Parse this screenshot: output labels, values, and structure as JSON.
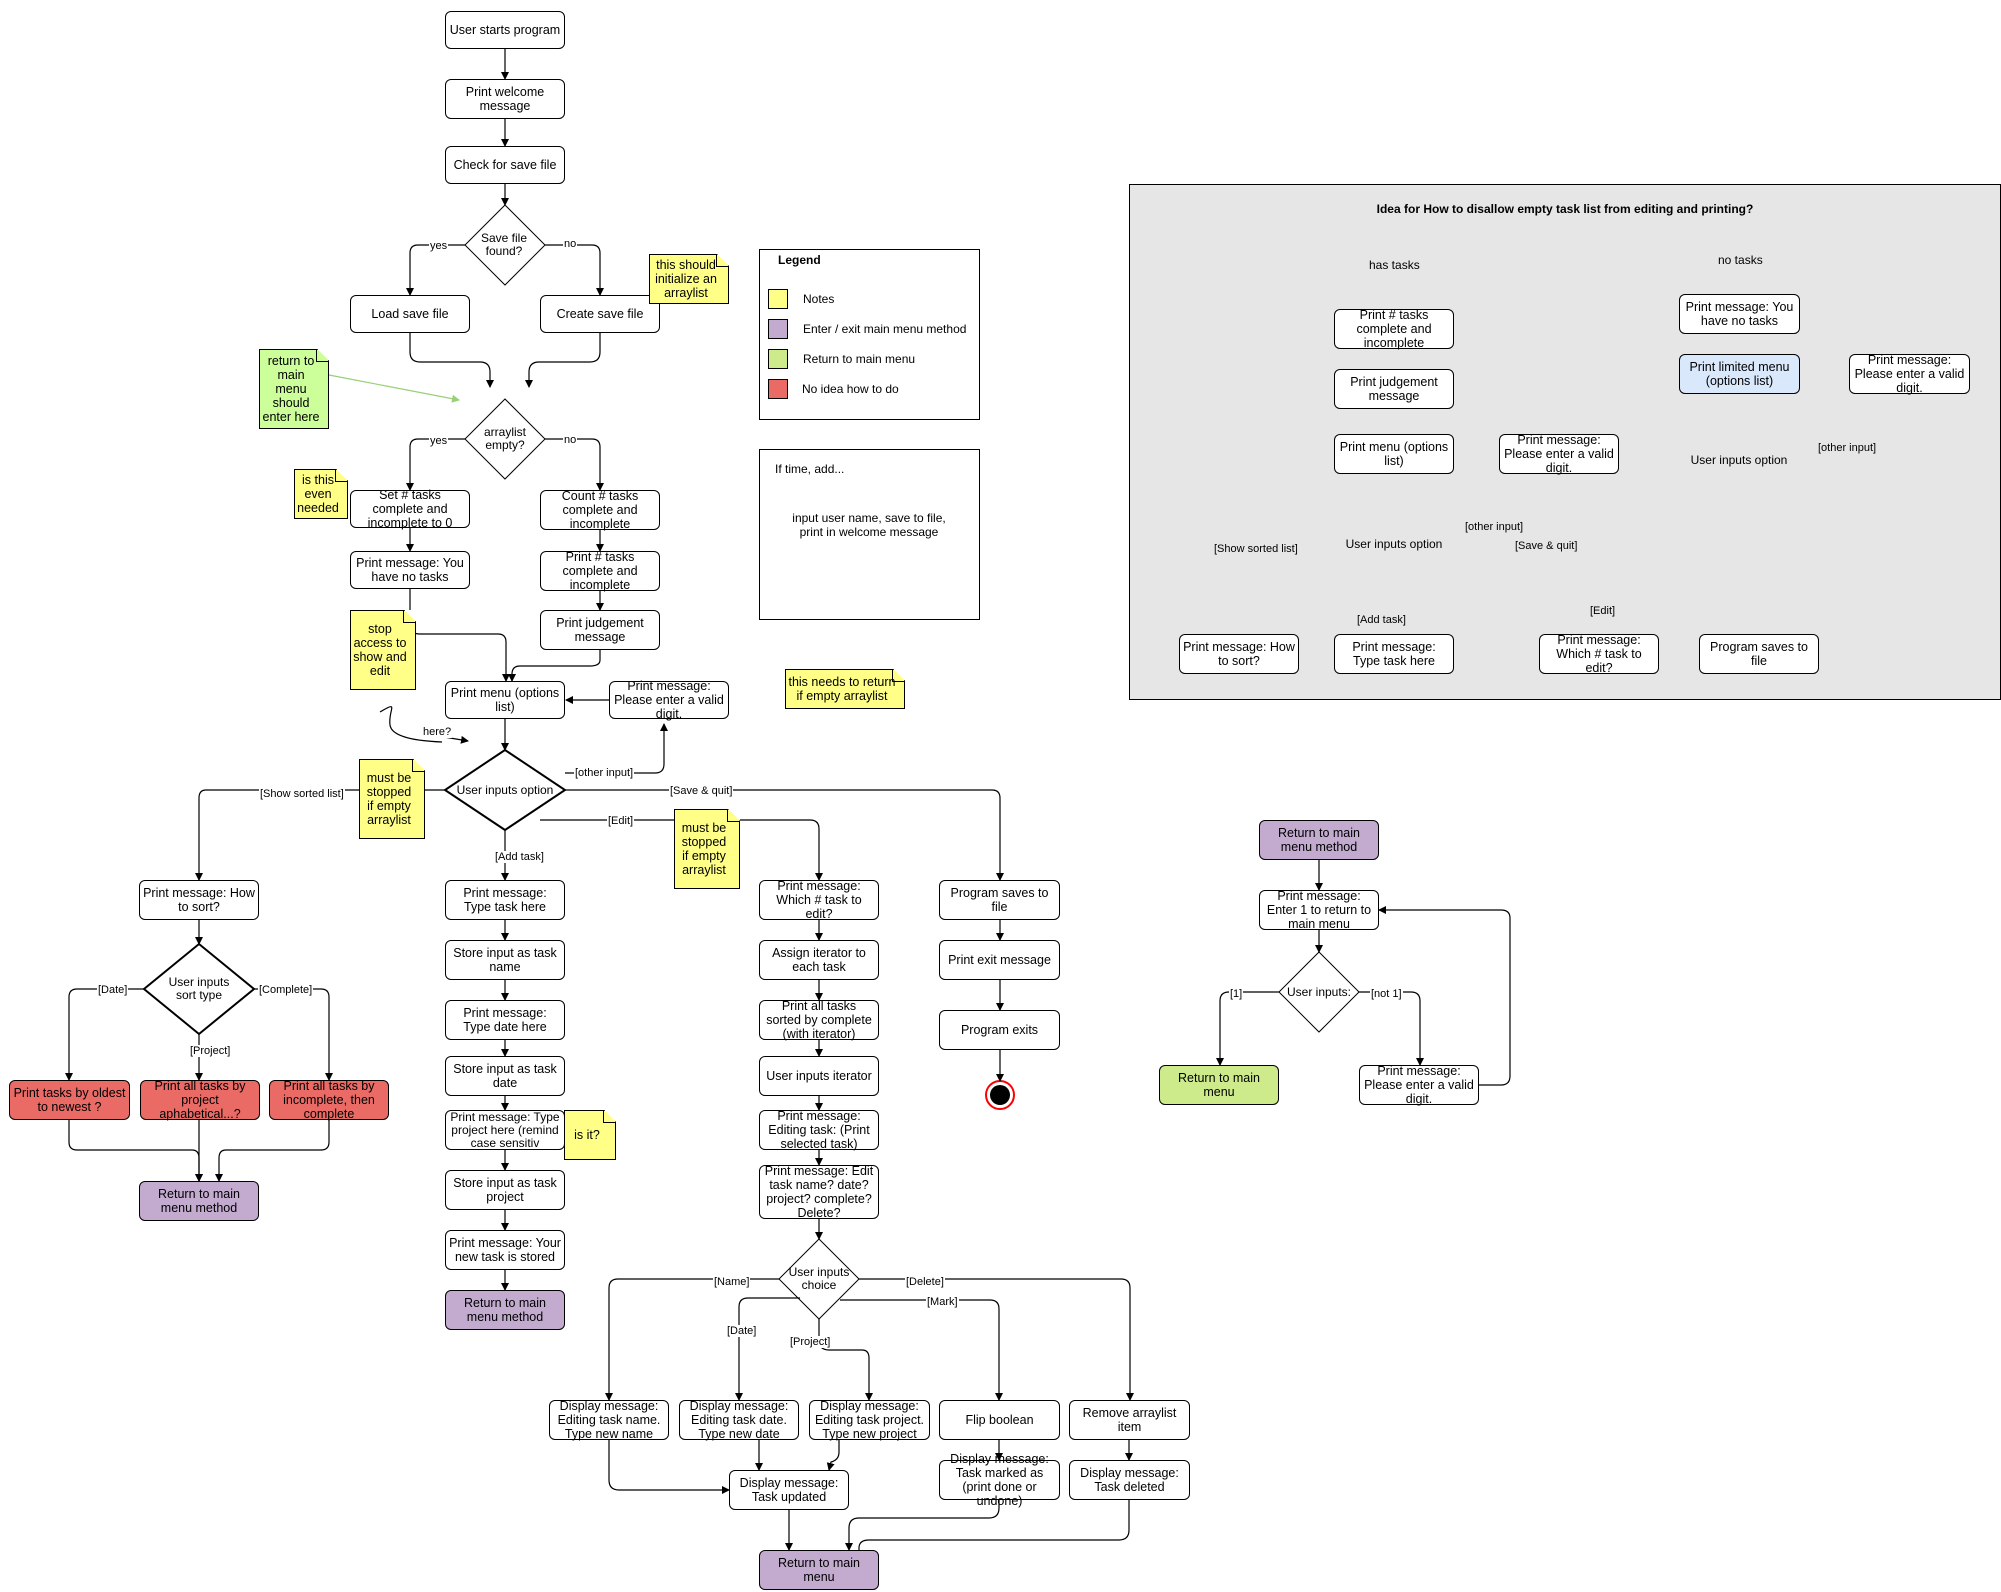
{
  "colors": {
    "note": "#ffff88",
    "enter_exit_menu": "#c3abd0",
    "return_menu": "#cdeb8b",
    "no_idea": "#ea6b66",
    "limited_menu": "#dae8fc",
    "panel_bg": "#e6e6e6",
    "red_arrow": "#990000",
    "green_arrow": "#97d077"
  },
  "nodes": {
    "start": "User starts program",
    "welcome": "Print welcome message",
    "check_save": "Check for save file",
    "save_found": "Save file found?",
    "load_save": "Load save file",
    "create_save": "Create save file",
    "arraylist_empty": "arraylist empty?",
    "set_zero": "Set # tasks complete and incomplete to 0",
    "count_tasks": "Count # tasks complete and incomplete",
    "no_tasks_msg": "Print message: You have no tasks",
    "print_counts": "Print # tasks complete and incomplete",
    "print_judgement": "Print judgement message",
    "print_menu": "Print menu (options list)",
    "invalid_digit": "Print message: Please enter a valid digit.",
    "user_option": "User inputs option",
    "how_sort": "Print message: How to sort?",
    "sort_type": "User inputs sort type",
    "sort_oldest": "Print tasks by oldest to newest ?",
    "sort_project": "Print all tasks by project aphabetical...?",
    "sort_incomplete": "Print all tasks by incomplete, then complete",
    "sort_return": "Return to main menu method",
    "type_task": "Print message: Type task here",
    "store_name": "Store input as task name",
    "type_date": "Print message: Type date here",
    "store_date": "Store input as task date",
    "type_project": "Print message: Type project here (remind case sensitiv",
    "store_project": "Store input as task project",
    "task_stored": "Print message: Your new task is stored",
    "add_return": "Return to main menu method",
    "which_task": "Print message: Which # task to edit?",
    "assign_iter": "Assign iterator to each task",
    "print_sorted": "Print all tasks sorted by complete (with iterator)",
    "input_iter": "User inputs iterator",
    "editing_task": "Print message: Editing task: (Print selected task)",
    "edit_prompt": "Print message: Edit task name? date? project? complete? Delete?",
    "user_choice": "User inputs choice",
    "edit_name": "Display message: Editing task name. Type new name",
    "edit_date": "Display message: Editing task date. Type new date",
    "edit_project": "Display message: Editing task project. Type new project",
    "flip_bool": "Flip boolean",
    "remove_item": "Remove arraylist item",
    "task_updated": "Display message: Task updated",
    "task_marked": "Display message: Task marked as (print done or undone)",
    "task_deleted": "Display message: Task deleted",
    "edit_return": "Return to main menu",
    "saves": "Program saves to file",
    "exit_msg": "Print exit message",
    "exits": "Program exits",
    "rm_method": "Return to main menu method",
    "rm_enter": "Print message: Enter 1 to return to main menu",
    "rm_inputs": "User inputs:",
    "rm_return": "Return to main menu",
    "rm_invalid": "Print message: Please enter a valid digit."
  },
  "edge_labels": {
    "yes": "yes",
    "no": "no",
    "yes2": "yes",
    "no2": "no",
    "here": "here?",
    "other_input": "[other input]",
    "show_sorted": "[Show sorted list]",
    "save_quit": "[Save & quit]",
    "edit": "[Edit]",
    "add_task": "[Add task]",
    "date": "[Date]",
    "complete": "[Complete]",
    "project": "[Project]",
    "name": "[Name]",
    "delete": "[Delete]",
    "mark": "[Mark]",
    "date2": "[Date]",
    "project2": "[Project]",
    "one": "[1]",
    "not_one": "[not 1]"
  },
  "notes": {
    "init_arraylist": "this should initialize an arraylist",
    "return_here": "return to main menu should enter here",
    "even_needed": "is this even needed",
    "stop_access": "stop access to show and edit",
    "return_if_empty": "this needs to return if empty arraylist",
    "stop_sorted": "must be stopped if empty arraylist",
    "stop_edit": "must be stopped if empty arraylist",
    "is_it": "is it?"
  },
  "legend": {
    "title": "Legend",
    "items": [
      {
        "label": "Notes",
        "color": "#ffff88"
      },
      {
        "label": "Enter / exit main menu method",
        "color": "#c3abd0"
      },
      {
        "label": "Return to main menu",
        "color": "#cdeb8b"
      },
      {
        "label": "No idea how to do",
        "color": "#ea6b66"
      }
    ]
  },
  "if_time": {
    "title": "If time, add...",
    "body": "input user name, save to file, print in welcome message"
  },
  "idea_panel": {
    "title": "Idea for How to disallow empty task list from editing and printing?",
    "has_tasks": "has tasks",
    "no_tasks": "no tasks",
    "nodes": {
      "counts": "Print # tasks complete and incomplete",
      "judgement": "Print judgement message",
      "menu": "Print menu (options list)",
      "invalid": "Print message: Please enter a valid digit.",
      "option": "User inputs option",
      "how_sort": "Print message: How to sort?",
      "type_task": "Print message: Type task here",
      "which_task": "Print message: Which # task to edit?",
      "saves": "Program saves to file",
      "no_tasks_msg": "Print message: You have no tasks",
      "limited_menu": "Print limited menu (options list)",
      "invalid2": "Print message: Please enter a valid digit.",
      "option2": "User inputs option"
    },
    "labels": {
      "other_input": "[other input]",
      "show_sorted": "[Show sorted list]",
      "save_quit": "[Save & quit]",
      "add_task": "[Add task]",
      "edit": "[Edit]",
      "other_input2": "[other input]"
    }
  }
}
